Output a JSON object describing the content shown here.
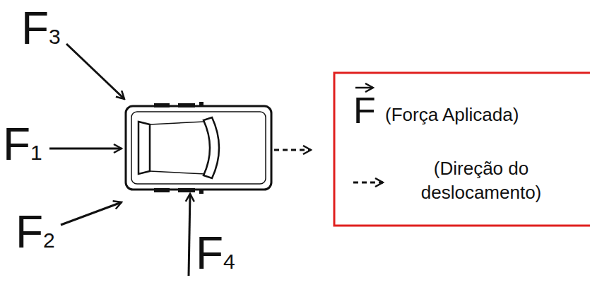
{
  "diagram": {
    "labels": [
      "F3",
      "F1",
      "F2",
      "F4",
      "F"
    ],
    "legend": [
      {
        "text": "(Força Aplicada)"
      },
      {
        "text": "(Direção do deslocamento)"
      }
    ]
  }
}
